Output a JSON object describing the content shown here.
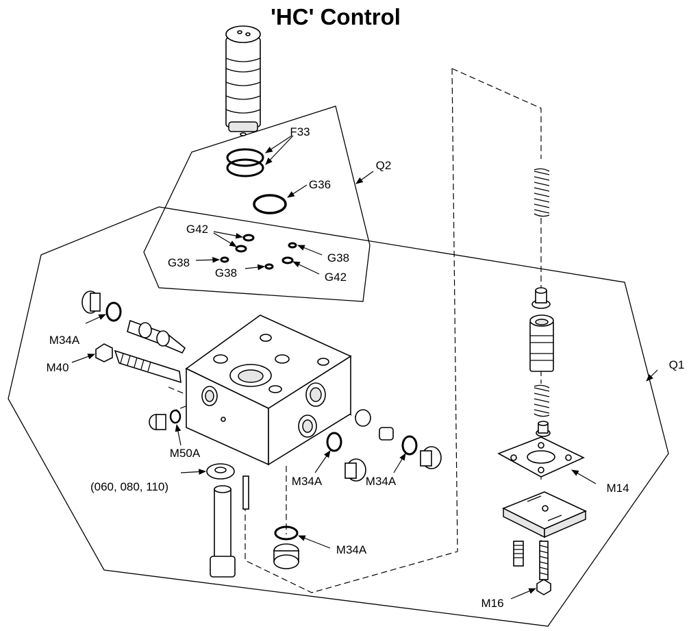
{
  "title": "'HC' Control",
  "callouts": {
    "f33": "F33",
    "q2": "Q2",
    "g36": "G36",
    "g42_a": "G42",
    "g38_a": "G38",
    "g38_b": "G38",
    "g38_c": "G38",
    "g42_b": "G42",
    "q1": "Q1",
    "m34a_a": "M34A",
    "m40": "M40",
    "m50a": "M50A",
    "spacer_sizes": "(060, 080, 110)",
    "m34a_b": "M34A",
    "m34a_c": "M34A",
    "m34a_d": "M34A",
    "m14": "M14",
    "m16": "M16"
  }
}
